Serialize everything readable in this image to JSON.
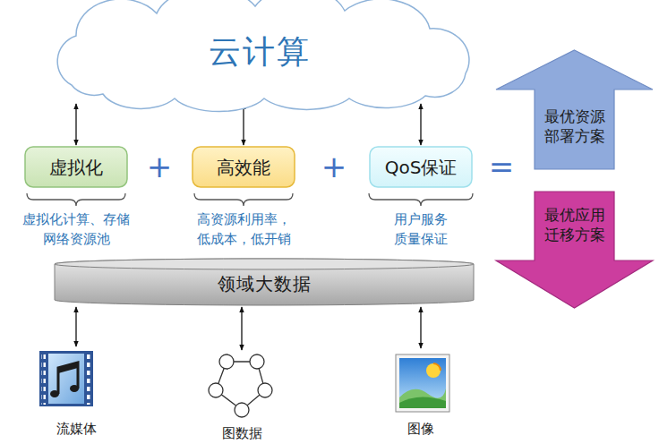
{
  "diagram": {
    "nodes": [
      {
        "text": [
          "云计算"
        ]
      },
      {
        "text": [
          "最优资源 部署方案"
        ]
      },
      {
        "text": [
          "虚拟化"
        ]
      },
      {
        "text": [
          "高效能"
        ]
      },
      {
        "text": [
          "QoS保证"
        ]
      },
      {
        "text": [
          "最优应用 迁移方案"
        ]
      },
      {
        "text": [
          "领域大数据"
        ]
      },
      {
        "text": [
          "流媒体"
        ]
      },
      {
        "text": [
          "图数据"
        ]
      },
      {
        "text": [
          "图像"
        ]
      }
    ],
    "edges": [
      {
        "from": 0,
        "to": 2,
        "arrow": "both"
      },
      {
        "from": 0,
        "to": 3,
        "arrow": "both"
      },
      {
        "from": 0,
        "to": 4,
        "arrow": "both"
      },
      {
        "from": 6,
        "to": 7,
        "arrow": "both"
      },
      {
        "from": 6,
        "to": 8,
        "arrow": "both"
      },
      {
        "from": 6,
        "to": 9,
        "arrow": "both"
      }
    ],
    "labels": [
      "+",
      "+",
      "=",
      "虚拟化计算、存储 网络资源池",
      "高资源利用率， 低成本，低开销",
      "用户服务 质量保证"
    ]
  }
}
